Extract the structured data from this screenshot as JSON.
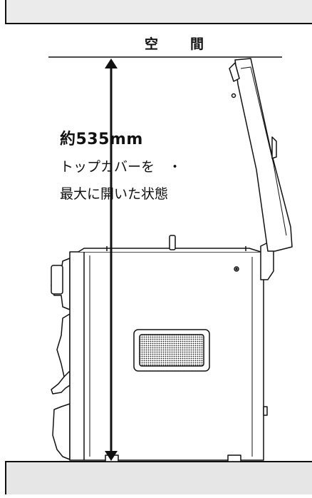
{
  "ceiling_label": "空　間",
  "dimension": {
    "value": "約535mm",
    "caption_line1": "トップカバーを　・",
    "caption_line2": "最大に開いた状態"
  },
  "colors": {
    "line": "#111111",
    "background": "#ffffff",
    "floor": "#e6e6e6",
    "appliance_fill": "#ffffff"
  }
}
